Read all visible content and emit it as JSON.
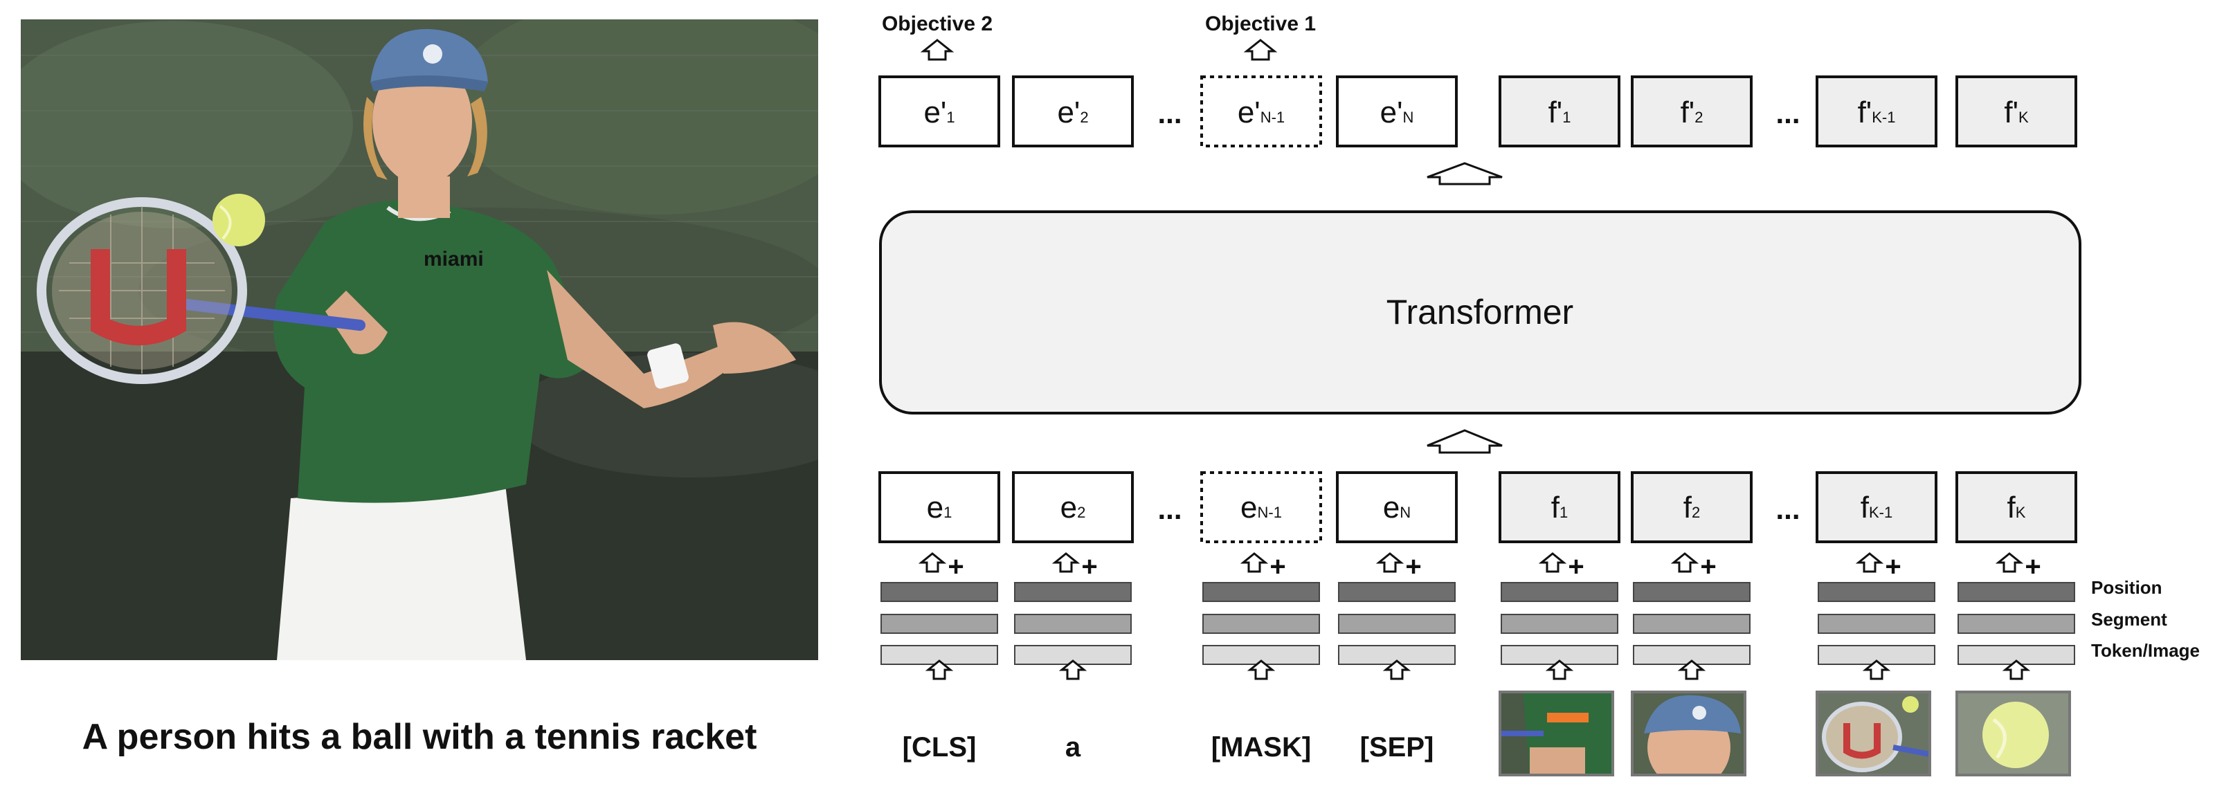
{
  "photo": {
    "caption": "A person hits a ball with a tennis racket",
    "shirt_text": "miami",
    "colors": {
      "shirt": "#2f6a3c",
      "cap": "#5c7fae",
      "court_bg": "#3b4a3a",
      "ball": "#dfe97a"
    }
  },
  "objectives": [
    {
      "label": "Objective 2"
    },
    {
      "label": "Objective 1"
    }
  ],
  "output_tokens": [
    {
      "base": "e'",
      "sub": "1"
    },
    {
      "base": "e'",
      "sub": "2"
    },
    {
      "base": "e'",
      "sub": "N-1"
    },
    {
      "base": "e'",
      "sub": "N"
    },
    {
      "base": "f'",
      "sub": "1"
    },
    {
      "base": "f'",
      "sub": "2"
    },
    {
      "base": "f'",
      "sub": "K-1"
    },
    {
      "base": "f'",
      "sub": "K"
    }
  ],
  "input_tokens": [
    {
      "base": "e",
      "sub": "1"
    },
    {
      "base": "e",
      "sub": "2"
    },
    {
      "base": "e",
      "sub": "N-1"
    },
    {
      "base": "e",
      "sub": "N"
    },
    {
      "base": "f",
      "sub": "1"
    },
    {
      "base": "f",
      "sub": "2"
    },
    {
      "base": "f",
      "sub": "K-1"
    },
    {
      "base": "f",
      "sub": "K"
    }
  ],
  "ellipsis": "...",
  "plus": "+",
  "transformer_label": "Transformer",
  "embedding_rows": [
    "Position",
    "Segment",
    "Token/Image"
  ],
  "text_inputs": [
    "[CLS]",
    "a",
    "[MASK]",
    "[SEP]"
  ],
  "image_inputs": [
    "region-player-body",
    "region-cap",
    "region-racket",
    "region-ball"
  ],
  "colors": {
    "text_box_fill": "#ffffff",
    "image_box_fill": "#eeeeee",
    "transformer_fill": "#f2f2f2",
    "position_bar": "#6f6f6f",
    "segment_bar": "#a3a3a3",
    "token_bar": "#dcdcdc"
  }
}
